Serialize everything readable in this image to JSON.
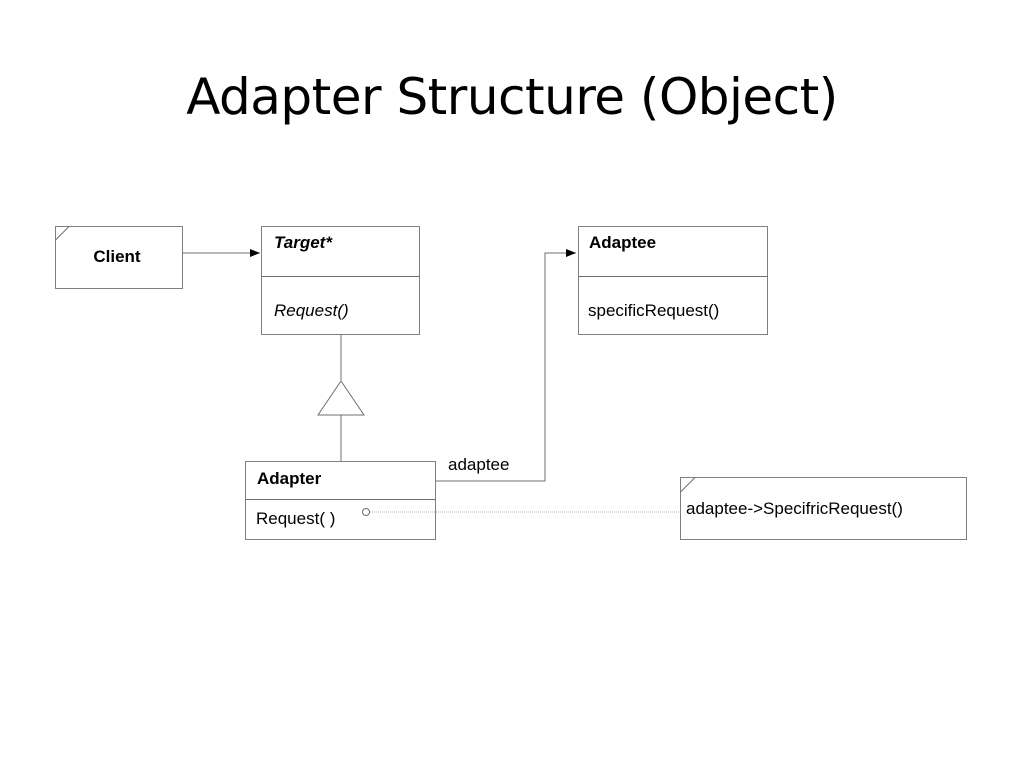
{
  "title": "Adapter Structure (Object)",
  "diagram": {
    "client": {
      "name": "Client"
    },
    "target": {
      "name": "Target*",
      "operation": "Request()"
    },
    "adaptee": {
      "name": "Adaptee",
      "operation": "specificRequest()"
    },
    "adapter": {
      "name": "Adapter",
      "operation": "Request( )"
    },
    "association_label": "adaptee",
    "note": {
      "text": "adaptee->SpecifricRequest()"
    }
  }
}
